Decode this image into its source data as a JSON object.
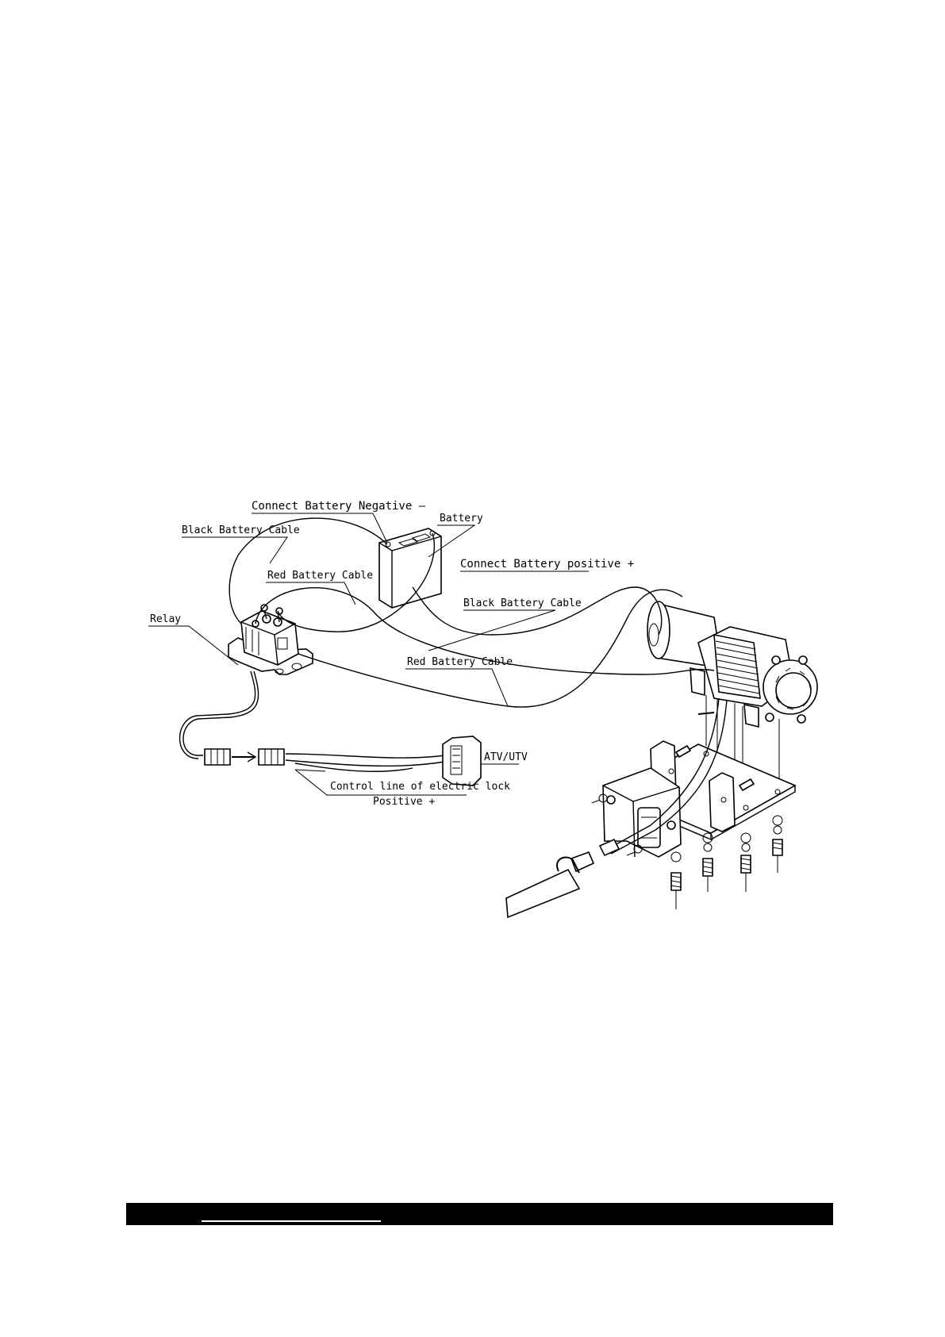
{
  "labels": {
    "connect_negative": "Connect Battery Negative –",
    "battery": "Battery",
    "black_cable_1": "Black Battery Cable",
    "connect_positive": "Connect Battery positive +",
    "red_cable_1": "Red Battery Cable",
    "black_cable_2": "Black Battery Cable",
    "relay": "Relay",
    "red_cable_2": "Red Battery Cable",
    "atv_utv": "ATV/UTV",
    "control_line": "Control line of electric lock",
    "positive": "Positive +"
  },
  "colors": {
    "line": "#000000",
    "background": "#ffffff",
    "footer_bar": "#000000"
  }
}
